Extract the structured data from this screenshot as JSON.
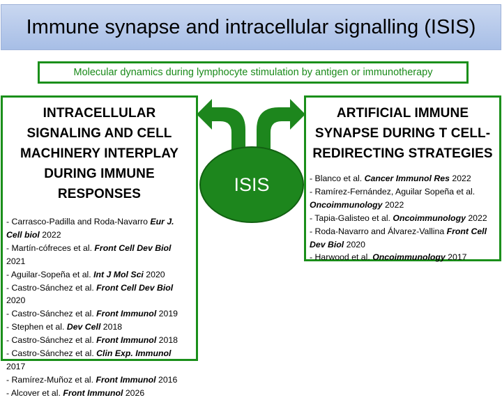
{
  "title": "Immune synapse and intracellular signalling (ISIS)",
  "subtitle": "Molecular dynamics during lymphocyte stimulation by antigen or immunotherapy",
  "center_label": "ISIS",
  "left_panel": {
    "heading": "INTRACELLULAR SIGNALING AND CELL MACHINERY INTERPLAY DURING IMMUNE RESPONSES",
    "refs": [
      {
        "pre": "- Carrasco-Padilla and Roda-Navarro ",
        "journal": "Eur J. Cell biol",
        "post": " 2022"
      },
      {
        "pre": "- Martín-cófreces et al. ",
        "journal": "Front Cell Dev Biol",
        "post": " 2021"
      },
      {
        "pre": "- Aguilar-Sopeña et al. ",
        "journal": "Int J Mol Sci",
        "post": " 2020"
      },
      {
        "pre": "- Castro-Sánchez et al. ",
        "journal": "Front Cell Dev Biol",
        "post": " 2020"
      },
      {
        "pre": "- Castro-Sánchez et al. ",
        "journal": "Front Immunol",
        "post": " 2019"
      },
      {
        "pre": "- Stephen et al. ",
        "journal": "Dev Cell",
        "post": " 2018"
      },
      {
        "pre": "- Castro-Sánchez et al. ",
        "journal": "Front Immunol",
        "post": " 2018"
      },
      {
        "pre": "- Castro-Sánchez et al. ",
        "journal": "Clin Exp. Immunol",
        "post": " 2017"
      },
      {
        "pre": "- Ramírez-Muñoz et al. ",
        "journal": "Front Immunol",
        "post": "  2016"
      },
      {
        "pre": "- Alcover et al. ",
        "journal": "Front Immunol",
        "post": " 2026"
      }
    ]
  },
  "right_panel": {
    "heading": "ARTIFICIAL IMMUNE SYNAPSE DURING T CELL-REDIRECTING STRATEGIES",
    "refs": [
      {
        "pre": "- Blanco et al. ",
        "journal": "Cancer Immunol Res",
        "post": " 2022"
      },
      {
        "pre": "- Ramírez-Fernández, Aguilar Sopeña et al. ",
        "journal": "Oncoimmunology",
        "post": " 2022"
      },
      {
        "pre": "- Tapia-Galisteo et al. ",
        "journal": "Oncoimmunology",
        "post": " 2022"
      },
      {
        "pre": "- Roda-Navarro and Álvarez-Vallina ",
        "journal": "Front Cell Dev Biol",
        "post": " 2020"
      },
      {
        "pre": "- Harwood et al. ",
        "journal": "Oncoimmunology",
        "post": " 2017"
      }
    ]
  },
  "colors": {
    "green": "#1d861d",
    "border_green": "#1a8f1a",
    "title_bg": "#b3c7ea"
  }
}
